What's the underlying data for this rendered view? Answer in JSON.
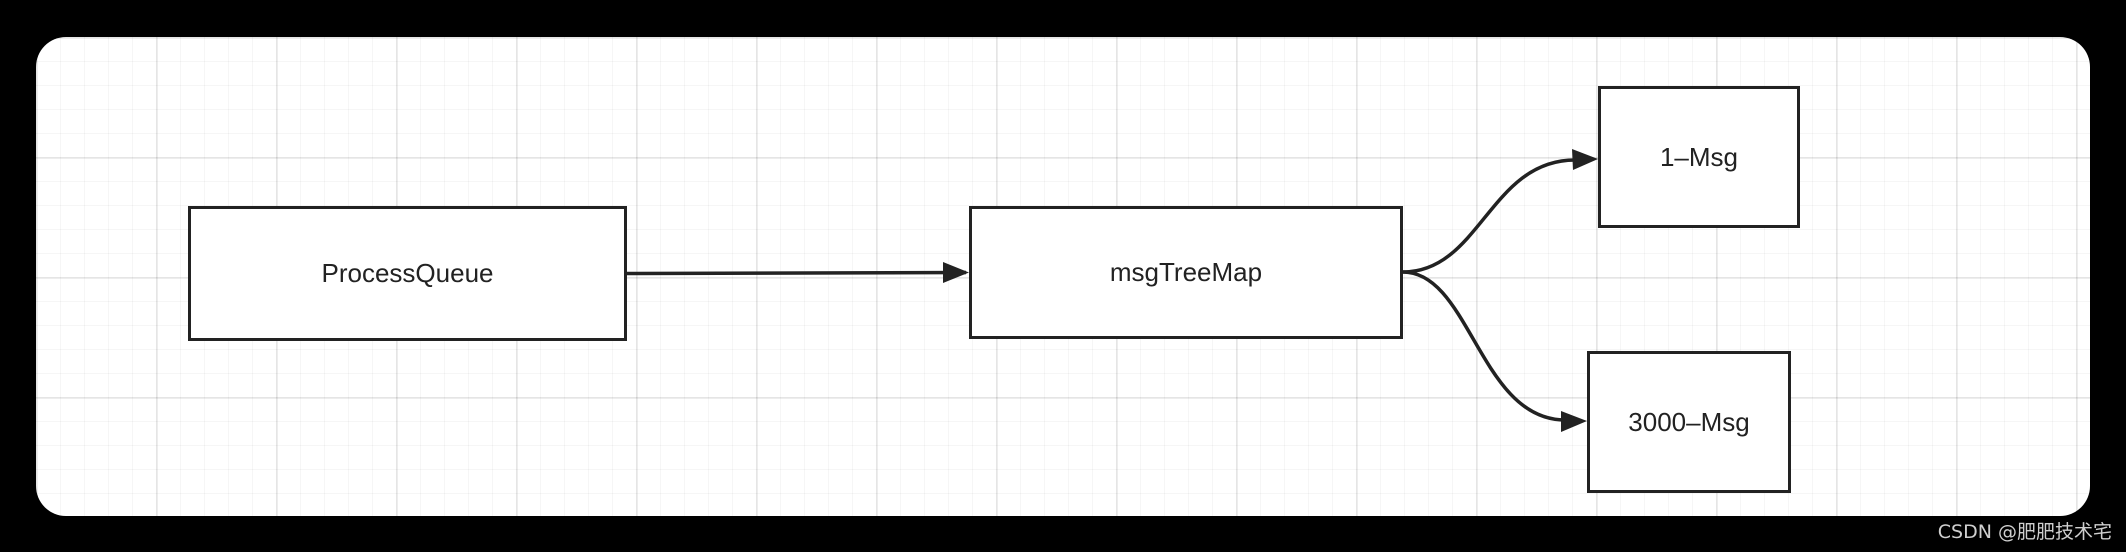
{
  "diagram": {
    "nodes": [
      {
        "id": "processqueue",
        "label": "ProcessQueue"
      },
      {
        "id": "msgtreemap",
        "label": "msgTreeMap"
      },
      {
        "id": "1msg",
        "label": "1–Msg"
      },
      {
        "id": "3000msg",
        "label": "3000–Msg"
      }
    ],
    "edges": [
      {
        "from": "processqueue",
        "to": "msgtreemap"
      },
      {
        "from": "msgtreemap",
        "to": "1msg"
      },
      {
        "from": "msgtreemap",
        "to": "3000msg"
      }
    ]
  },
  "watermark": "CSDN @肥肥技术宅",
  "colors": {
    "stroke": "#222222",
    "background": "#000000",
    "canvas": "#ffffff"
  }
}
